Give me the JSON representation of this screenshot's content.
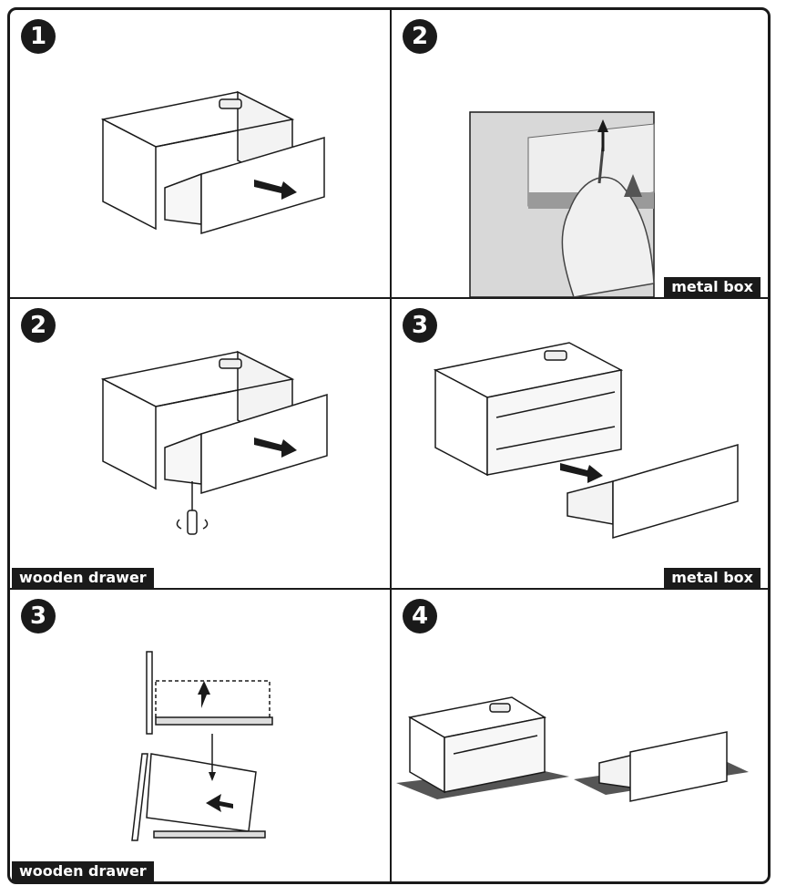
{
  "panels": [
    {
      "step": "1",
      "tag": ""
    },
    {
      "step": "2",
      "tag": "metal box"
    },
    {
      "step": "2",
      "tag": "wooden drawer"
    },
    {
      "step": "3",
      "tag": "metal box"
    },
    {
      "step": "3",
      "tag": "wooden drawer"
    },
    {
      "step": "4",
      "tag": ""
    }
  ],
  "colors": {
    "ink": "#1a1a1a",
    "floor": "#555555",
    "photo_bg": "#d8d8d8"
  }
}
